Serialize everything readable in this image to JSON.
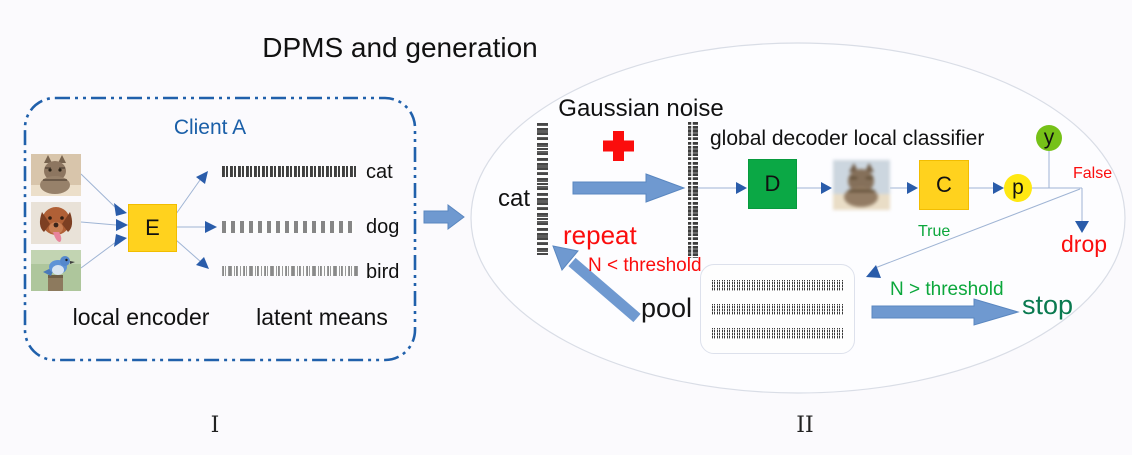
{
  "title": "DPMS and generation",
  "client": {
    "label": "Client A",
    "encoder_label": "E",
    "caption_left": "local encoder",
    "caption_right": "latent means",
    "latents": [
      {
        "label": "cat"
      },
      {
        "label": "dog"
      },
      {
        "label": "bird"
      }
    ],
    "photos": [
      "cat-photo",
      "dog-photo",
      "bird-photo"
    ]
  },
  "generation": {
    "noise_label": "Gaussian noise",
    "plus_icon": "plus-icon",
    "input_label": "cat",
    "header": "global decoder local classifier",
    "decoder_label": "D",
    "classifier_label": "C",
    "prob_label": "p",
    "output_label": "y",
    "false_label": "False",
    "drop_label": "drop",
    "true_label": "True",
    "repeat_label": "repeat",
    "lt_label": "N < threshold",
    "gt_label": "N > threshold",
    "pool_label": "pool",
    "stop_label": "stop",
    "generated_photo": "generated-cat-photo"
  },
  "numerals": {
    "one": "I",
    "two": "II"
  },
  "colors": {
    "background": "#fbfafd",
    "client_border_blue": "#2060ab",
    "client_label_blue": "#1a5fa8",
    "thick_arrow_blue": "#6f99d0",
    "arrowhead_blue": "#2a5caa",
    "wire_blue": "#9fb4d4",
    "ellipse_stroke": "#d9dde6",
    "box_yellow": "#ffd21e",
    "box_green": "#0ba845",
    "y_circle_green": "#76c118",
    "p_circle_yellow": "#ffe812",
    "alert_red": "#fb0d0d",
    "ok_green": "#0ca73c",
    "stop_green": "#0a7a50"
  }
}
